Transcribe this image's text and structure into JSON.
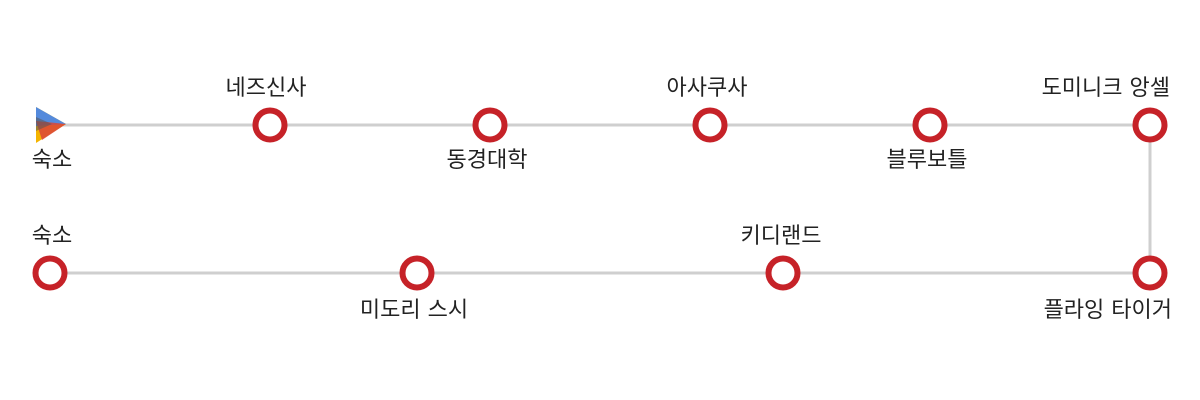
{
  "colors": {
    "line": "#cfcfcf",
    "stop_ring": "#c62228",
    "stop_fill": "#ffffff",
    "text": "#222222",
    "start_icon": [
      "#f4b400",
      "#db4437",
      "#4285f4"
    ]
  },
  "start_icon": "play-arrow-icon",
  "route": {
    "row1": [
      {
        "label": "숙소",
        "marker": "start-icon"
      },
      {
        "label": "네즈신사",
        "marker": "stop"
      },
      {
        "label": "동경대학",
        "marker": "stop"
      },
      {
        "label": "아사쿠사",
        "marker": "stop"
      },
      {
        "label": "블루보틀",
        "marker": "stop"
      },
      {
        "label": "도미니크 앙셀",
        "marker": "stop"
      }
    ],
    "row2": [
      {
        "label": "플라잉 타이거",
        "marker": "stop"
      },
      {
        "label": "키디랜드",
        "marker": "stop"
      },
      {
        "label": "미도리 스시",
        "marker": "stop"
      },
      {
        "label": "숙소",
        "marker": "stop"
      }
    ]
  }
}
